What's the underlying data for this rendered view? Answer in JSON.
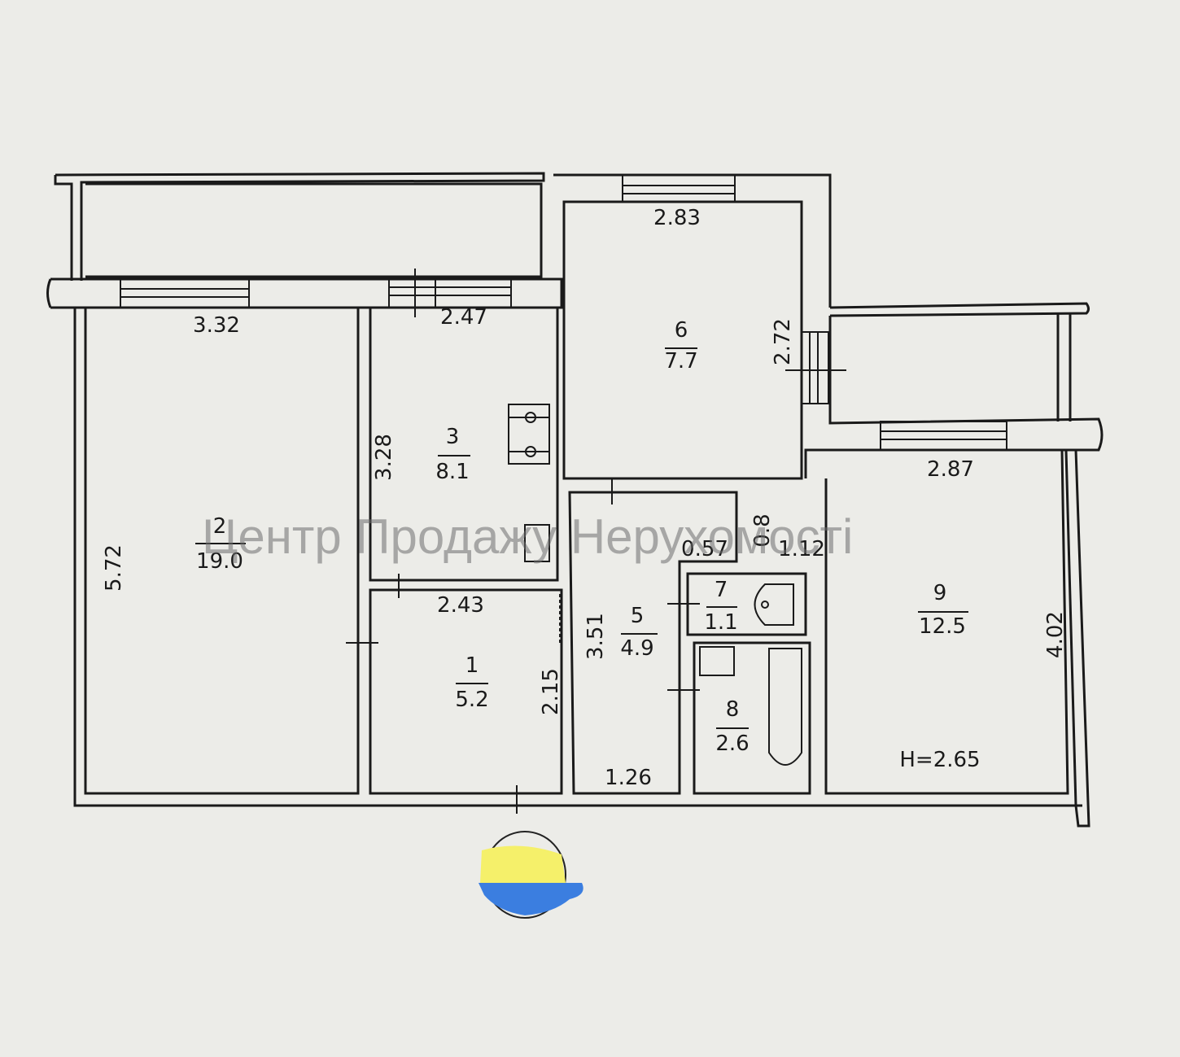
{
  "plan": {
    "ceiling_height": "H=2.65",
    "watermark": "Центр Продажу Нерухомості",
    "colors": {
      "background": "#ecece8",
      "lines": "#1a1a1a",
      "flag_yellow": "#f7f26b",
      "flag_blue": "#3a7fe0"
    },
    "rooms": [
      {
        "id": "1",
        "area": "5.2"
      },
      {
        "id": "2",
        "area": "19.0"
      },
      {
        "id": "3",
        "area": "8.1"
      },
      {
        "id": "5",
        "area": "4.9"
      },
      {
        "id": "6",
        "area": "7.7"
      },
      {
        "id": "7",
        "area": "1.1"
      },
      {
        "id": "8",
        "area": "2.6"
      },
      {
        "id": "9",
        "area": "12.5"
      }
    ],
    "dimensions": {
      "room2_width": "3.32",
      "room2_length": "5.72",
      "room3_width": "2.47",
      "room3_length": "3.28",
      "room1_width": "2.43",
      "room1_length": "2.15",
      "room5_length": "3.51",
      "room5_width": "1.26",
      "room6_width": "2.83",
      "room6_length": "2.72",
      "room9_width": "2.87",
      "room9_length": "4.02",
      "small_a": "0.57",
      "small_b": "1.12",
      "small_c": "0.8"
    }
  }
}
